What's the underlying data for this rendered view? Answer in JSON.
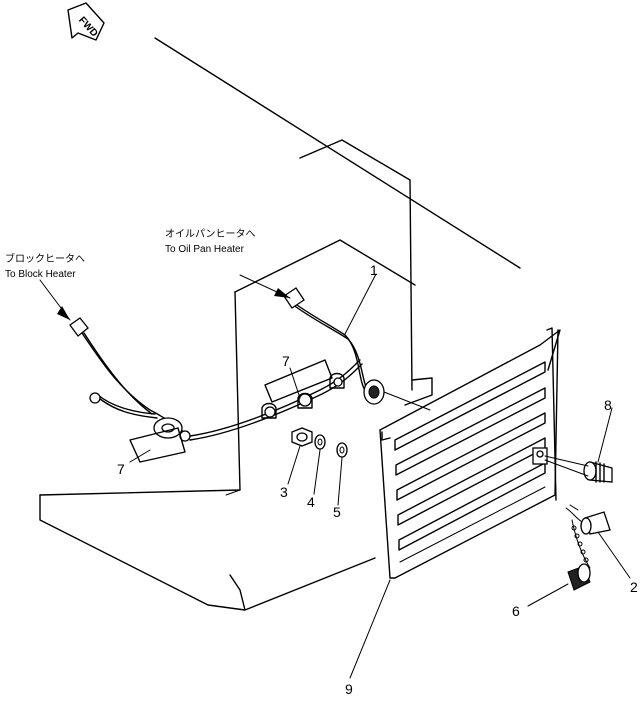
{
  "fwd_label": "FWD",
  "notes": {
    "block_heater_jp": "ブロックヒータへ",
    "block_heater_en": "To Block Heater",
    "oil_pan_heater_jp": "オイルパンヒータへ",
    "oil_pan_heater_en": "To Oil Pan Heater"
  },
  "callouts": {
    "p1": "1",
    "p2": "2",
    "p3": "3",
    "p4": "4",
    "p5": "5",
    "p6": "6",
    "p7a": "7",
    "p7b": "7",
    "p8": "8",
    "p9": "9"
  }
}
